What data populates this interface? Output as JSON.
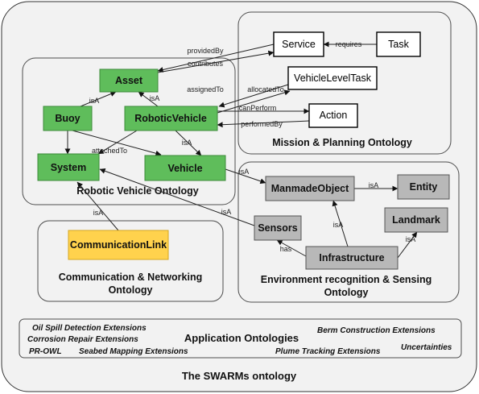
{
  "title": "The SWARMs ontology",
  "groups": {
    "mission": "Mission & Planning Ontology",
    "robotic": "Robotic Vehicle Ontology",
    "comm_line1": "Communication & Networking",
    "comm_line2": "Ontology",
    "env_line1": "Environment recognition & Sensing",
    "env_line2": "Ontology"
  },
  "nodes": {
    "service": "Service",
    "task": "Task",
    "vehicle_level_task": "VehicleLevelTask",
    "action": "Action",
    "asset": "Asset",
    "buoy": "Buoy",
    "robotic_vehicle": "RoboticVehicle",
    "system": "System",
    "vehicle": "Vehicle",
    "communication_link": "CommunicationLink",
    "manmade_object": "ManmadeObject",
    "entity": "Entity",
    "sensors": "Sensors",
    "landmark": "Landmark",
    "infrastructure": "Infrastructure"
  },
  "edges": {
    "provided_by": "providedBy",
    "requires": "requires",
    "contributes": "contributes",
    "assigned_to": "assignedTo",
    "allocated_to": "allocatedTo",
    "can_perform": "canPerform",
    "performed_by": "performedBy",
    "isa": "isA",
    "attached_to": "attachedTo",
    "has": "has"
  },
  "application": {
    "title": "Application Ontologies",
    "extensions": [
      "Oil Spill Detection Extensions",
      "Corrosion Repair Extensions",
      "PR-OWL",
      "Seabed Mapping Extensions",
      "Berm Construction Extensions",
      "Plume Tracking Extensions",
      "Uncertainties"
    ]
  }
}
